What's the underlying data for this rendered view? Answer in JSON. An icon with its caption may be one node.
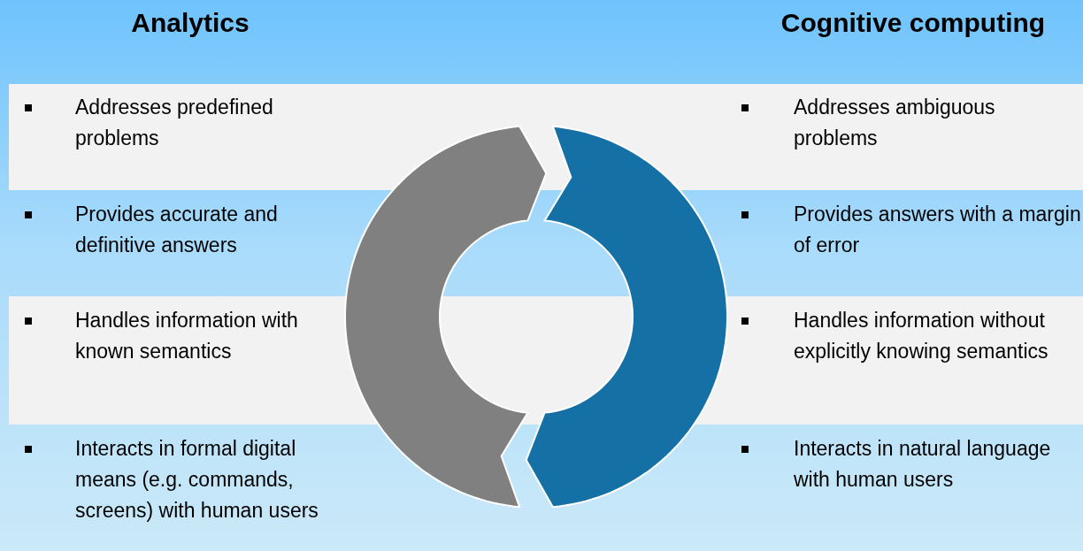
{
  "diagram": {
    "labels": [
      "Analytics",
      "Cognitive computing",
      "Addresses predefined problems",
      "Addresses ambiguous problems",
      "Provides accurate and definitive answers",
      "Provides answers with a margin of error",
      "Handles information with known semantics",
      "Handles information without explicitly knowing semantics",
      "Interacts in formal digital means (e.g. commands, screens) with human users",
      "Interacts in natural language with human users"
    ]
  }
}
